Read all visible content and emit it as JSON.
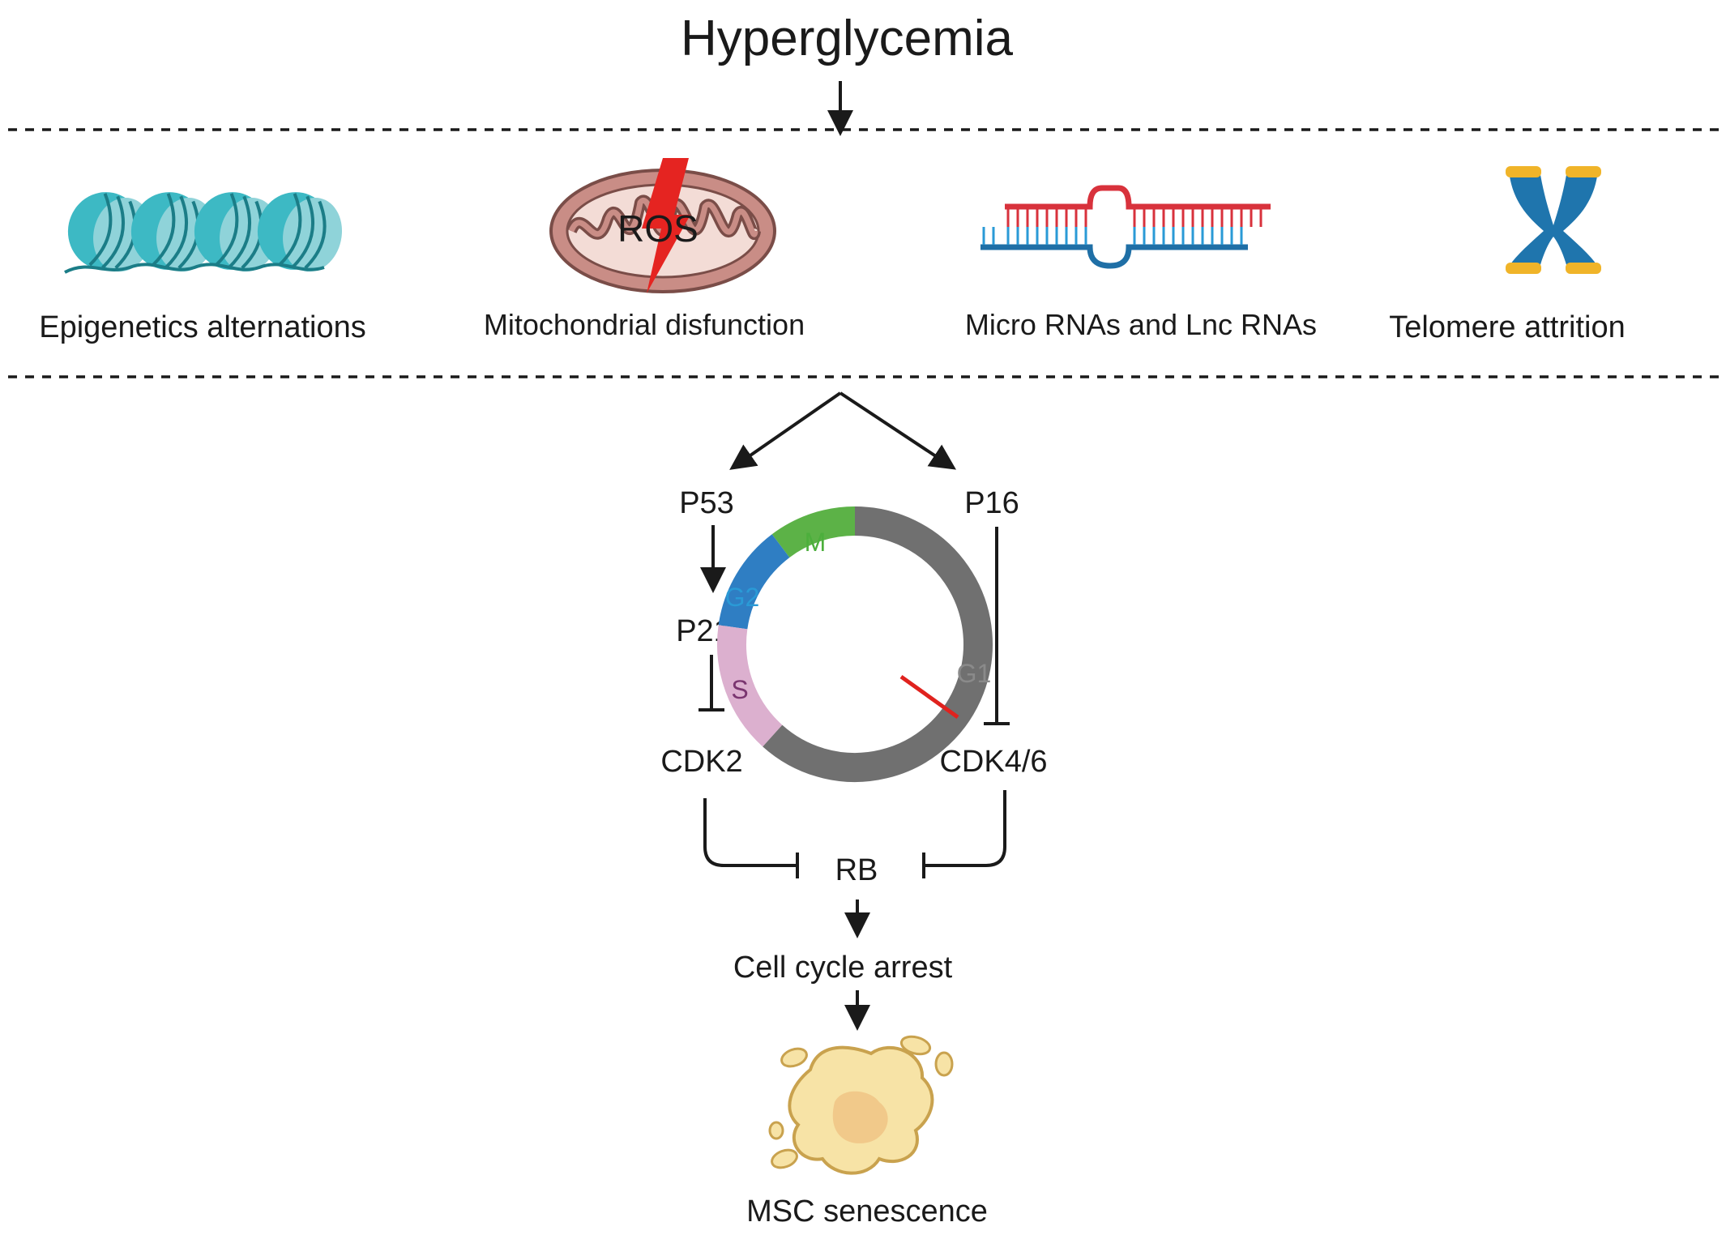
{
  "title": "Hyperglycemia",
  "mechanisms": [
    {
      "label": "Epigenetics alternations",
      "icon": "nucleosome-icon"
    },
    {
      "label": "Mitochondrial disfunction",
      "icon": "mitochondrion-icon",
      "overlay": "ROS"
    },
    {
      "label": "Micro RNAs and Lnc RNAs",
      "icon": "rna-hairpin-icon"
    },
    {
      "label": "Telomere attrition",
      "icon": "chromosome-icon"
    }
  ],
  "pathway": {
    "p53": "P53",
    "p16": "P16",
    "p21": "P21",
    "cdk2": "CDK2",
    "cdk46": "CDK4/6",
    "rb": "RB",
    "arrest": "Cell cycle arrest",
    "outcome": "MSC senescence"
  },
  "cell_cycle": {
    "phases": [
      {
        "name": "M",
        "color": "#5cb247"
      },
      {
        "name": "G2",
        "color": "#2f7ec3"
      },
      {
        "name": "S",
        "color": "#dcb0cf"
      },
      {
        "name": "G1",
        "color": "#707070"
      }
    ],
    "label_colors": {
      "M": "#4caf3c",
      "G2": "#2a9ad6",
      "S": "#7a3570",
      "G1": "#8a8a8a"
    },
    "block_color": "#e0221e"
  },
  "colors": {
    "nucleosome": "#3db9c4",
    "mitochondrion": "#c98d86",
    "ros_bolt": "#e52421",
    "rna_red": "#d8323c",
    "rna_blue": "#1f6fa6",
    "chromosome": "#1f75ad",
    "telomere": "#f0b429",
    "cell": "#f7e3a6"
  }
}
